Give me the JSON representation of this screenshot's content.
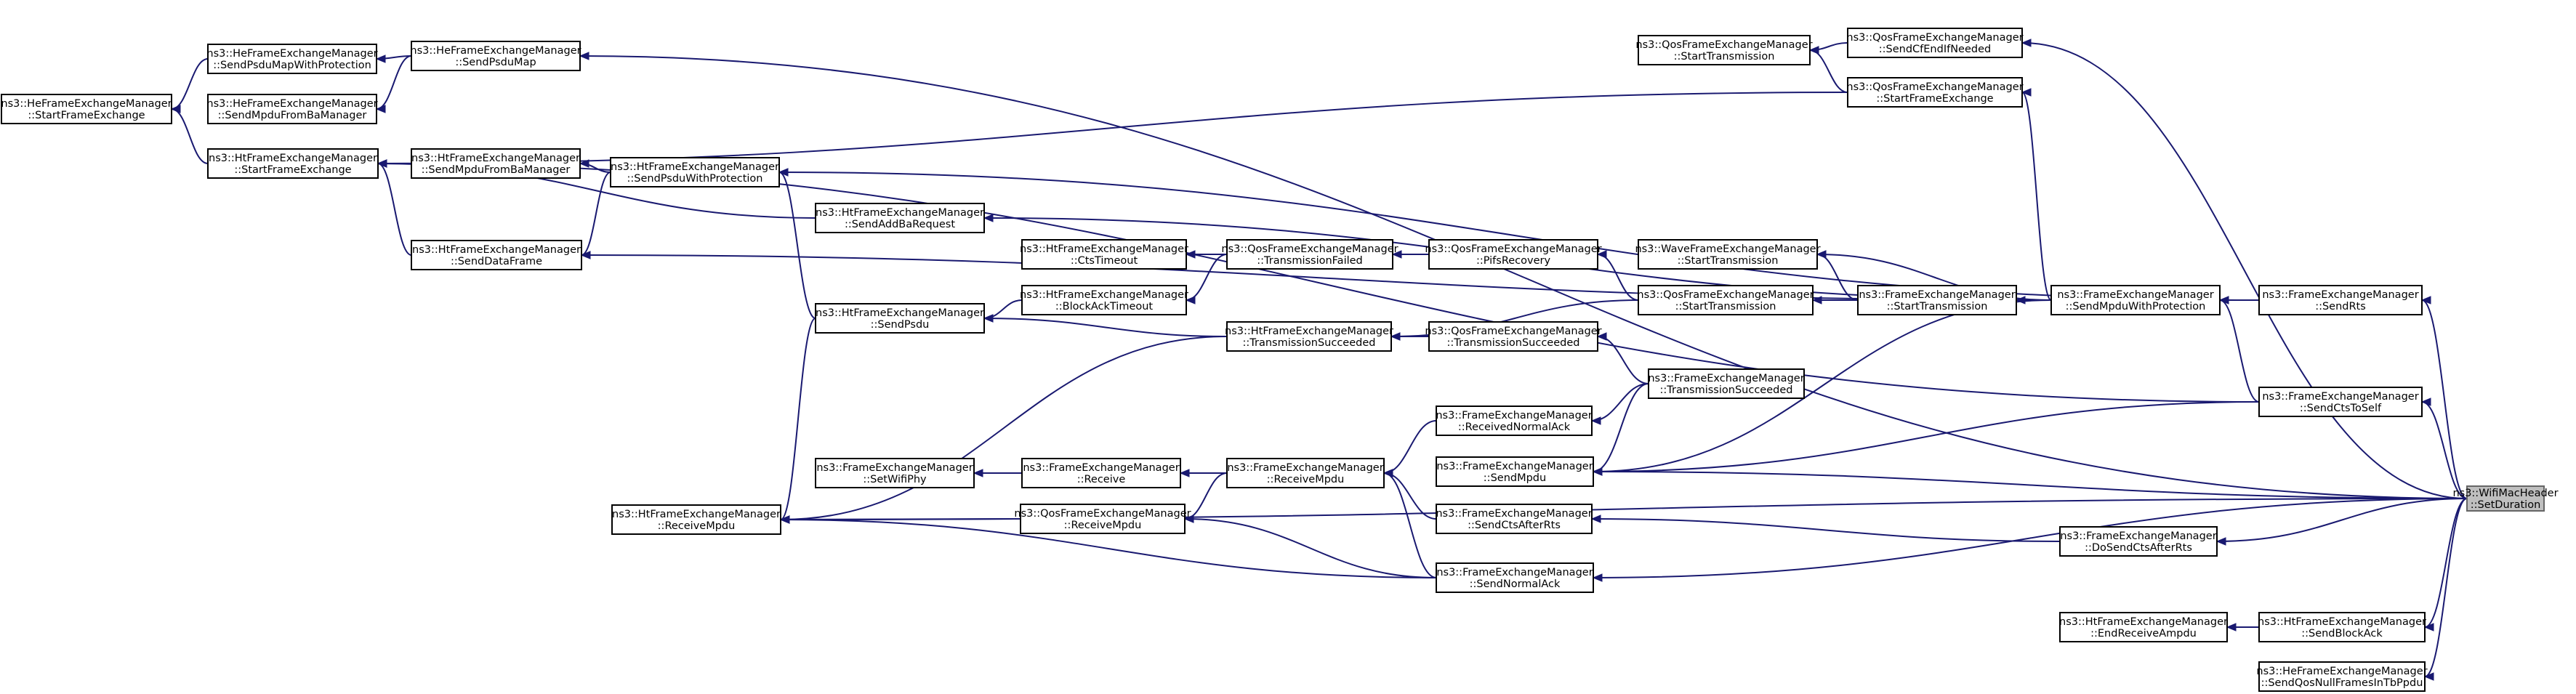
{
  "title": "ns3::WifiMacHeader::SetDuration caller graph",
  "colors": {
    "edge": "#191970",
    "node_border": "#000000",
    "focus_fill": "#bfbfbf",
    "node_fill": "#ffffff"
  },
  "nodes": [
    {
      "id": "setdur",
      "l1": "ns3::WifiMacHeader",
      "l2": "::SetDuration",
      "focus": true
    },
    {
      "id": "he_start",
      "l1": "ns3::HeFrameExchangeManager",
      "l2": "::StartFrameExchange"
    },
    {
      "id": "he_swp",
      "l1": "ns3::HeFrameExchangeManager",
      "l2": "::SendPsduMapWithProtection"
    },
    {
      "id": "he_smfba",
      "l1": "ns3::HeFrameExchangeManager",
      "l2": "::SendMpduFromBaManager"
    },
    {
      "id": "he_spm",
      "l1": "ns3::HeFrameExchangeManager",
      "l2": "::SendPsduMap"
    },
    {
      "id": "ht_start",
      "l1": "ns3::HtFrameExchangeManager",
      "l2": "::StartFrameExchange"
    },
    {
      "id": "ht_smfba",
      "l1": "ns3::HtFrameExchangeManager",
      "l2": "::SendMpduFromBaManager"
    },
    {
      "id": "ht_spwp",
      "l1": "ns3::HtFrameExchangeManager",
      "l2": "::SendPsduWithProtection"
    },
    {
      "id": "ht_sdf",
      "l1": "ns3::HtFrameExchangeManager",
      "l2": "::SendDataFrame"
    },
    {
      "id": "ht_sabr",
      "l1": "ns3::HtFrameExchangeManager",
      "l2": "::SendAddBaRequest"
    },
    {
      "id": "ht_cts",
      "l1": "ns3::HtFrameExchangeManager",
      "l2": "::CtsTimeout"
    },
    {
      "id": "ht_bat",
      "l1": "ns3::HtFrameExchangeManager",
      "l2": "::BlockAckTimeout"
    },
    {
      "id": "ht_sp",
      "l1": "ns3::HtFrameExchangeManager",
      "l2": "::SendPsdu"
    },
    {
      "id": "ht_ts",
      "l1": "ns3::HtFrameExchangeManager",
      "l2": "::TransmissionSucceeded"
    },
    {
      "id": "ht_rm",
      "l1": "ns3::HtFrameExchangeManager",
      "l2": "::ReceiveMpdu"
    },
    {
      "id": "fe_swp",
      "l1": "ns3::FrameExchangeManager",
      "l2": "::SetWifiPhy"
    },
    {
      "id": "fe_recv",
      "l1": "ns3::FrameExchangeManager",
      "l2": "::Receive"
    },
    {
      "id": "fe_rm",
      "l1": "ns3::FrameExchangeManager",
      "l2": "::ReceiveMpdu"
    },
    {
      "id": "qos_rm",
      "l1": "ns3::QosFrameExchangeManager",
      "l2": "::ReceiveMpdu"
    },
    {
      "id": "qos_tf",
      "l1": "ns3::QosFrameExchangeManager",
      "l2": "::TransmissionFailed"
    },
    {
      "id": "qos_pr",
      "l1": "ns3::QosFrameExchangeManager",
      "l2": "::PifsRecovery"
    },
    {
      "id": "qos_ts",
      "l1": "ns3::QosFrameExchangeManager",
      "l2": "::TransmissionSucceeded"
    },
    {
      "id": "qos_st_top",
      "l1": "ns3::QosFrameExchangeManager",
      "l2": "::StartTransmission"
    },
    {
      "id": "qos_scfe",
      "l1": "ns3::QosFrameExchangeManager",
      "l2": "::SendCfEndIfNeeded"
    },
    {
      "id": "qos_sfe",
      "l1": "ns3::QosFrameExchangeManager",
      "l2": "::StartFrameExchange"
    },
    {
      "id": "wave_st",
      "l1": "ns3::WaveFrameExchangeManager",
      "l2": "::StartTransmission"
    },
    {
      "id": "qos_st",
      "l1": "ns3::QosFrameExchangeManager",
      "l2": "::StartTransmission"
    },
    {
      "id": "fe_rna",
      "l1": "ns3::FrameExchangeManager",
      "l2": "::ReceivedNormalAck"
    },
    {
      "id": "fe_sm",
      "l1": "ns3::FrameExchangeManager",
      "l2": "::SendMpdu"
    },
    {
      "id": "fe_scar",
      "l1": "ns3::FrameExchangeManager",
      "l2": "::SendCtsAfterRts"
    },
    {
      "id": "fe_sna",
      "l1": "ns3::FrameExchangeManager",
      "l2": "::SendNormalAck"
    },
    {
      "id": "fe_ts",
      "l1": "ns3::FrameExchangeManager",
      "l2": "::TransmissionSucceeded"
    },
    {
      "id": "fe_st",
      "l1": "ns3::FrameExchangeManager",
      "l2": "::StartTransmission"
    },
    {
      "id": "fe_smwp",
      "l1": "ns3::FrameExchangeManager",
      "l2": "::SendMpduWithProtection"
    },
    {
      "id": "fe_dscar",
      "l1": "ns3::FrameExchangeManager",
      "l2": "::DoSendCtsAfterRts"
    },
    {
      "id": "ht_era",
      "l1": "ns3::HtFrameExchangeManager",
      "l2": "::EndReceiveAmpdu"
    },
    {
      "id": "fe_srts",
      "l1": "ns3::FrameExchangeManager",
      "l2": "::SendRts"
    },
    {
      "id": "fe_scts",
      "l1": "ns3::FrameExchangeManager",
      "l2": "::SendCtsToSelf"
    },
    {
      "id": "ht_sba",
      "l1": "ns3::HtFrameExchangeManager",
      "l2": "::SendBlockAck"
    },
    {
      "id": "he_sqnf",
      "l1": "ns3::HeFrameExchangeManager",
      "l2": "::SendQosNullFramesInTbPpdu"
    }
  ],
  "edges": [
    {
      "from": "he_swp",
      "to": "he_start"
    },
    {
      "from": "ht_start",
      "to": "he_start"
    },
    {
      "from": "he_spm",
      "to": "he_swp"
    },
    {
      "from": "he_spm",
      "to": "he_smfba"
    },
    {
      "from": "ht_smfba",
      "to": "ht_start"
    },
    {
      "from": "ht_sdf",
      "to": "ht_start"
    },
    {
      "from": "ht_spwp",
      "to": "ht_smfba"
    },
    {
      "from": "ht_spwp",
      "to": "ht_sdf"
    },
    {
      "from": "ht_sabr",
      "to": "ht_start"
    },
    {
      "from": "ht_sp",
      "to": "ht_spwp"
    },
    {
      "from": "ht_sp",
      "to": "ht_rm"
    },
    {
      "from": "ht_ts",
      "to": "ht_rm"
    },
    {
      "from": "ht_ts",
      "to": "ht_sp"
    },
    {
      "from": "qos_tf",
      "to": "ht_cts"
    },
    {
      "from": "qos_tf",
      "to": "ht_bat"
    },
    {
      "from": "ht_bat",
      "to": "ht_sp"
    },
    {
      "from": "qos_pr",
      "to": "qos_tf"
    },
    {
      "from": "fe_recv",
      "to": "fe_swp"
    },
    {
      "from": "fe_rm",
      "to": "fe_recv"
    },
    {
      "from": "fe_rm",
      "to": "qos_rm"
    },
    {
      "from": "qos_rm",
      "to": "ht_rm"
    },
    {
      "from": "qos_st",
      "to": "qos_pr"
    },
    {
      "from": "qos_st",
      "to": "ht_ts"
    },
    {
      "from": "qos_ts",
      "to": "ht_ts"
    },
    {
      "from": "qos_scfe",
      "to": "qos_st_top"
    },
    {
      "from": "qos_sfe",
      "to": "qos_st_top"
    },
    {
      "from": "qos_sfe",
      "to": "ht_start"
    },
    {
      "from": "fe_st",
      "to": "qos_st"
    },
    {
      "from": "fe_st",
      "to": "wave_st"
    },
    {
      "from": "fe_ts",
      "to": "qos_ts"
    },
    {
      "from": "fe_ts",
      "to": "fe_rna"
    },
    {
      "from": "fe_ts",
      "to": "fe_sm"
    },
    {
      "from": "fe_rna",
      "to": "fe_rm"
    },
    {
      "from": "fe_scar",
      "to": "fe_rm"
    },
    {
      "from": "fe_sna",
      "to": "fe_rm"
    },
    {
      "from": "fe_sna",
      "to": "qos_rm"
    },
    {
      "from": "fe_sna",
      "to": "ht_rm"
    },
    {
      "from": "fe_smwp",
      "to": "fe_st"
    },
    {
      "from": "fe_smwp",
      "to": "qos_sfe"
    },
    {
      "from": "fe_smwp",
      "to": "wave_st"
    },
    {
      "from": "fe_smwp",
      "to": "ht_sabr"
    },
    {
      "from": "fe_smwp",
      "to": "ht_sdf"
    },
    {
      "from": "fe_smwp",
      "to": "fe_sm"
    },
    {
      "from": "fe_dscar",
      "to": "fe_scar"
    },
    {
      "from": "fe_srts",
      "to": "fe_smwp"
    },
    {
      "from": "fe_srts",
      "to": "ht_spwp"
    },
    {
      "from": "fe_scts",
      "to": "fe_smwp"
    },
    {
      "from": "fe_scts",
      "to": "ht_start"
    },
    {
      "from": "fe_scts",
      "to": "fe_sm"
    },
    {
      "from": "ht_sba",
      "to": "ht_era"
    },
    {
      "from": "setdur",
      "to": "he_spm"
    },
    {
      "from": "setdur",
      "to": "qos_scfe"
    },
    {
      "from": "setdur",
      "to": "fe_srts"
    },
    {
      "from": "setdur",
      "to": "fe_scts"
    },
    {
      "from": "setdur",
      "to": "fe_sm"
    },
    {
      "from": "setdur",
      "to": "fe_dscar"
    },
    {
      "from": "setdur",
      "to": "fe_sna"
    },
    {
      "from": "setdur",
      "to": "ht_sba"
    },
    {
      "from": "setdur",
      "to": "he_sqnf"
    },
    {
      "from": "setdur",
      "to": "ht_rm"
    }
  ]
}
